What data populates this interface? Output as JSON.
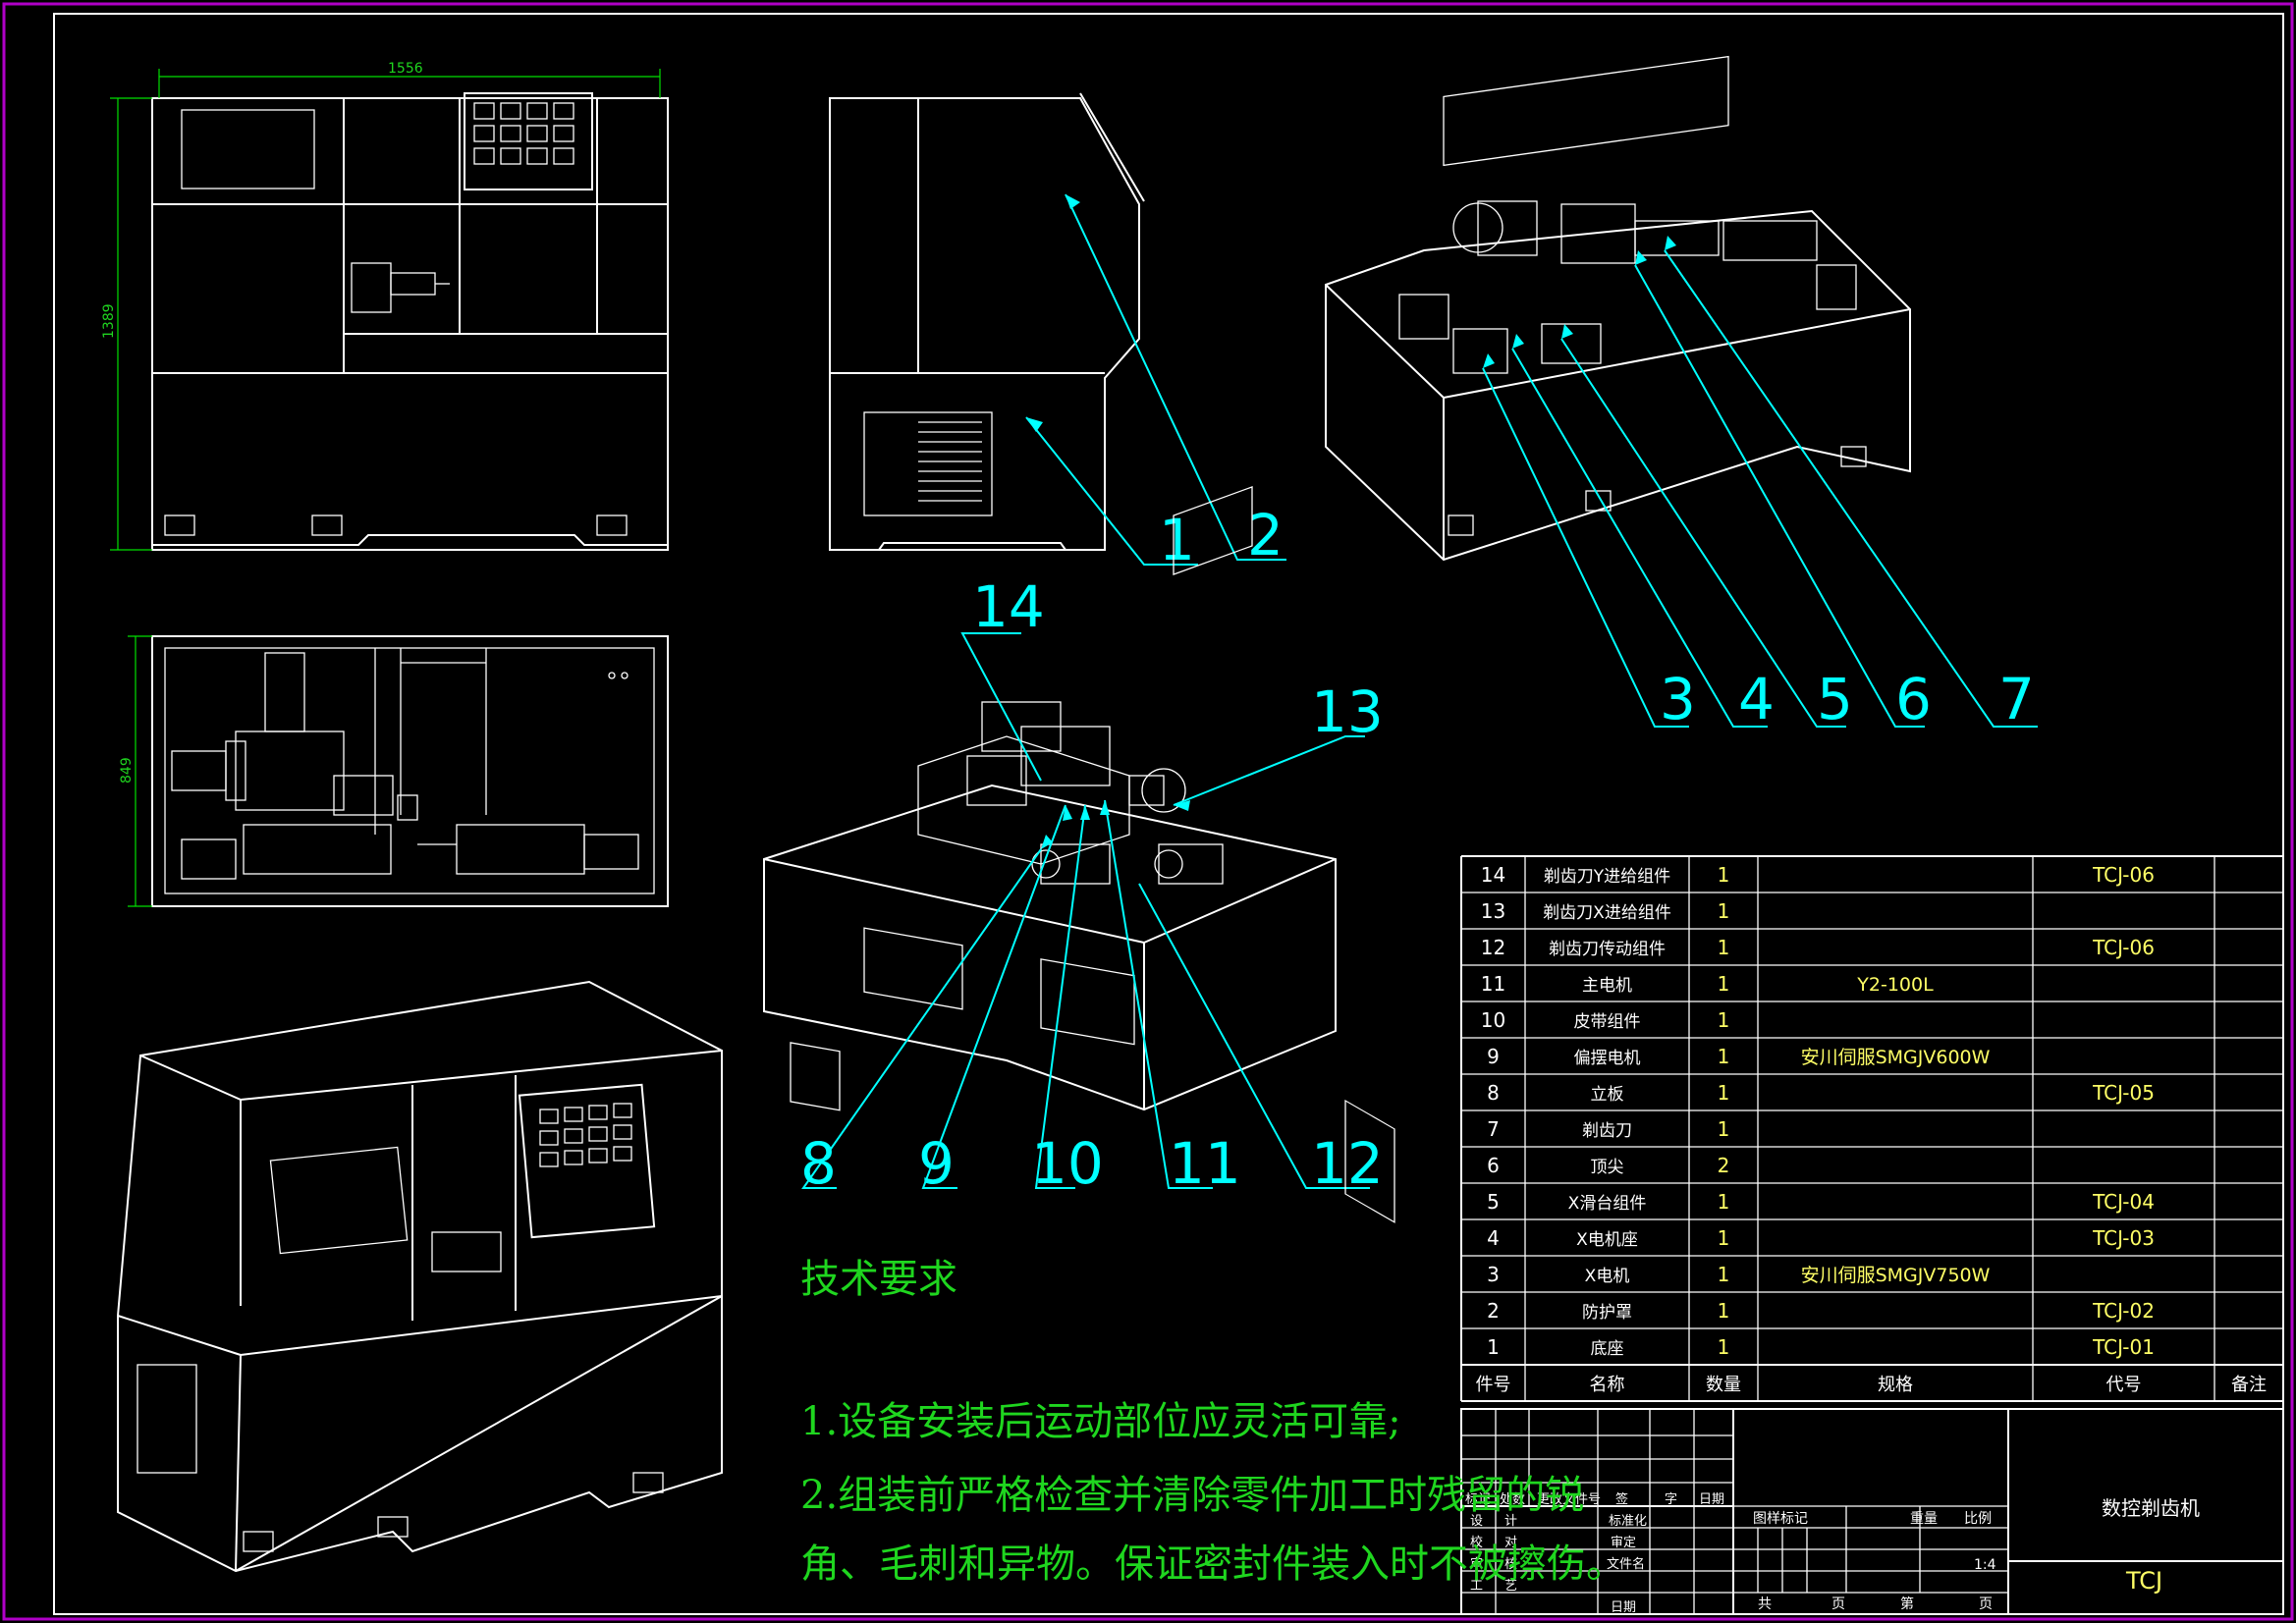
{
  "dimensions": {
    "width": "1556",
    "height": "1389",
    "depth": "849"
  },
  "balloons": [
    "1",
    "2",
    "3",
    "4",
    "5",
    "6",
    "7",
    "8",
    "9",
    "10",
    "11",
    "12",
    "13",
    "14"
  ],
  "notes": {
    "title": "技术要求",
    "line1": "1.设备安装后运动部位应灵活可靠;",
    "line2": "2.组装前严格检查并清除零件加工时残留的锐",
    "line3": "角、毛刺和异物。保证密封件装入时不被擦伤。"
  },
  "bom": {
    "headers": [
      "件号",
      "名称",
      "数量",
      "规格",
      "代号",
      "备注"
    ],
    "rows": [
      {
        "no": "14",
        "name": "剃齿刀Y进给组件",
        "qty": "1",
        "spec": "",
        "code": "TCJ-06"
      },
      {
        "no": "13",
        "name": "剃齿刀X进给组件",
        "qty": "1",
        "spec": "",
        "code": ""
      },
      {
        "no": "12",
        "name": "剃齿刀传动组件",
        "qty": "1",
        "spec": "",
        "code": "TCJ-06"
      },
      {
        "no": "11",
        "name": "主电机",
        "qty": "1",
        "spec": "Y2-100L",
        "code": ""
      },
      {
        "no": "10",
        "name": "皮带组件",
        "qty": "1",
        "spec": "",
        "code": ""
      },
      {
        "no": "9",
        "name": "偏摆电机",
        "qty": "1",
        "spec": "安川伺服SMGJV600W",
        "code": ""
      },
      {
        "no": "8",
        "name": "立板",
        "qty": "1",
        "spec": "",
        "code": "TCJ-05"
      },
      {
        "no": "7",
        "name": "剃齿刀",
        "qty": "1",
        "spec": "",
        "code": ""
      },
      {
        "no": "6",
        "name": "顶尖",
        "qty": "2",
        "spec": "",
        "code": ""
      },
      {
        "no": "5",
        "name": "X滑台组件",
        "qty": "1",
        "spec": "",
        "code": "TCJ-04"
      },
      {
        "no": "4",
        "name": "X电机座",
        "qty": "1",
        "spec": "",
        "code": "TCJ-03"
      },
      {
        "no": "3",
        "name": "X电机",
        "qty": "1",
        "spec": "安川伺服SMGJV750W",
        "code": ""
      },
      {
        "no": "2",
        "name": "防护罩",
        "qty": "1",
        "spec": "",
        "code": "TCJ-02"
      },
      {
        "no": "1",
        "name": "底座",
        "qty": "1",
        "spec": "",
        "code": "TCJ-01"
      }
    ]
  },
  "title_block": {
    "product_name": "数控剃齿机",
    "drawing_code": "TCJ",
    "scale": "1:4",
    "rev_headers": [
      "标记",
      "处数",
      "更改文件号",
      "签",
      "字",
      "日期"
    ],
    "roles_left": [
      "设",
      "计",
      "校",
      "对",
      "审",
      "核",
      "工",
      "艺"
    ],
    "roles_mid": [
      "标准化",
      "审定",
      "文件名",
      "日期"
    ],
    "stage_label": "图样标记",
    "weight_label": "重量",
    "scale_label": "比例",
    "total_label": "共",
    "page_label": "页",
    "sheet_label": "第"
  },
  "colors": {
    "background": "#000000",
    "lines": "#ffffff",
    "leaders": "#00ffff",
    "dimensions": "#00e000",
    "frame": "#b000c8",
    "notes": "#1fd61f"
  }
}
